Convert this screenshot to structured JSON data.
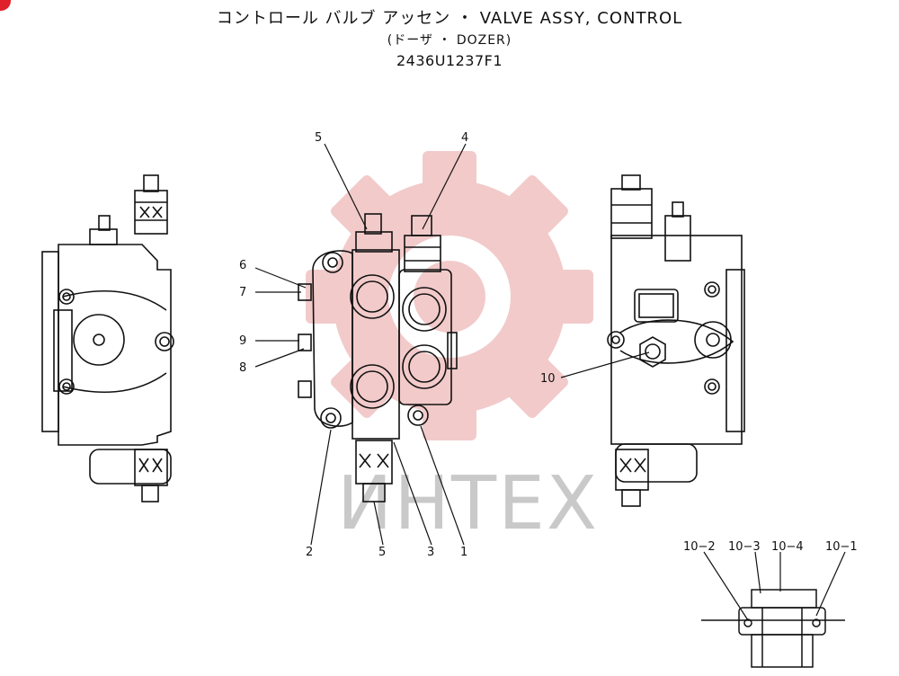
{
  "title": {
    "line1": "コントロール バルブ アッセン ・ VALVE ASSY, CONTROL",
    "line2": "(ドーザ ・ DOZER)",
    "part_number": "2436U1237F1"
  },
  "callouts": {
    "c1": "1",
    "c2": "2",
    "c3": "3",
    "c4": "4",
    "c5_top": "5",
    "c5_bottom": "5",
    "c6": "6",
    "c7": "7",
    "c8": "8",
    "c9": "9",
    "c10": "10",
    "c10_1": "10−1",
    "c10_2": "10−2",
    "c10_3": "10−3",
    "c10_4": "10−4"
  },
  "watermark": {
    "text": "ИНТЕХ",
    "color": "#e8a0a0"
  },
  "colors": {
    "ink": "#111111",
    "badge": "#e0202a"
  }
}
